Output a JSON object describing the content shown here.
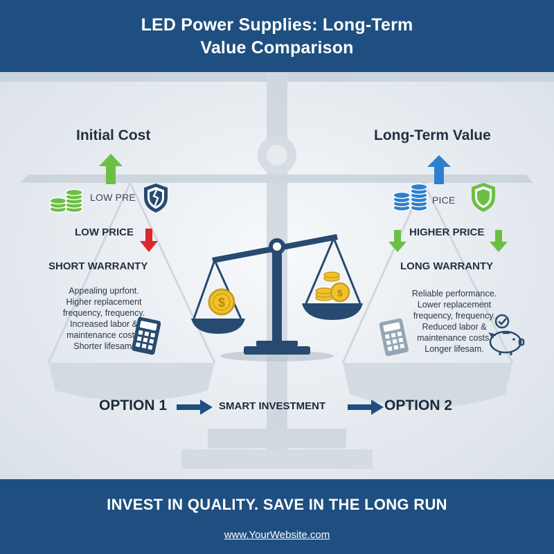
{
  "header": {
    "title_line1": "LED Power Supplies: Long-Term",
    "title_line2": "Value Comparison"
  },
  "left": {
    "title": "Initial Cost",
    "coin_label": "LOW PRE",
    "price_label": "LOW PRICE",
    "warranty_label": "SHORT WARRANTY",
    "description": [
      "Appealing uprfont.",
      "Higher replacement",
      "frequency, frequency.",
      "Increased labor &",
      "maintenance costs.",
      "Shorter lifesam."
    ]
  },
  "right": {
    "title": "Long-Term Value",
    "coin_label": "PICE",
    "price_label": "HIGHER PRICE",
    "warranty_label": "LONG WARRANTY",
    "description": [
      "Reliable performance.",
      "Lower replacement",
      "frequency, frequency.",
      "Reduced labor &",
      "maintenance costs.",
      "Longer lifesam."
    ]
  },
  "flow": {
    "option1": "OPTION 1",
    "middle": "SMART INVESTMENT",
    "option2": "OPTION 2"
  },
  "footer": {
    "tagline": "INVEST IN QUALITY. SAVE IN THE LONG RUN",
    "url": "www.YourWebsite.com"
  },
  "colors": {
    "navy": "#1f4f80",
    "scale_dark": "#274a70",
    "green": "#6cbf45",
    "red": "#e0262b",
    "blue": "#2f7fd0",
    "gold": "#f2c12e"
  },
  "icons": {
    "left_arrow_up": "arrow-up-green-icon",
    "left_arrow_down": "arrow-down-red-icon",
    "left_shield": "broken-shield-icon",
    "left_coins": "coin-stack-green-icon",
    "left_calculator": "calculator-icon",
    "right_arrow_up": "arrow-up-blue-icon",
    "right_arrows_down": "arrow-down-green-icon",
    "right_shield": "shield-check-icon",
    "right_coins": "coin-stack-blue-icon",
    "right_calculator": "calculator-icon",
    "right_piggy": "piggy-bank-icon",
    "center": "balance-scale-icon"
  }
}
